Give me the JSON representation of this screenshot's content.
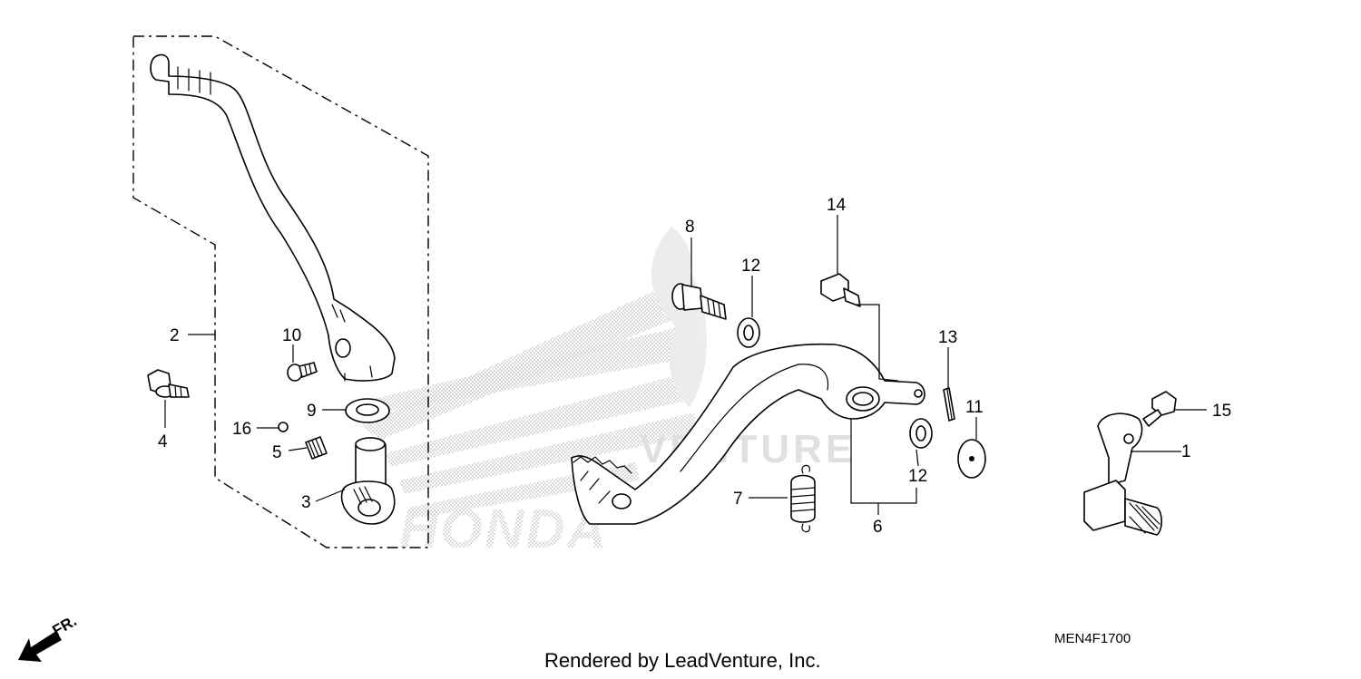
{
  "watermark": {
    "brand": "HONDA",
    "dealer": "VENTURE"
  },
  "callouts": [
    {
      "id": "callout-1",
      "label": "1"
    },
    {
      "id": "callout-2",
      "label": "2"
    },
    {
      "id": "callout-3",
      "label": "3"
    },
    {
      "id": "callout-4",
      "label": "4"
    },
    {
      "id": "callout-5",
      "label": "5"
    },
    {
      "id": "callout-6",
      "label": "6"
    },
    {
      "id": "callout-7",
      "label": "7"
    },
    {
      "id": "callout-8",
      "label": "8"
    },
    {
      "id": "callout-9",
      "label": "9"
    },
    {
      "id": "callout-10",
      "label": "10"
    },
    {
      "id": "callout-11",
      "label": "11"
    },
    {
      "id": "callout-12a",
      "label": "12"
    },
    {
      "id": "callout-12b",
      "label": "12"
    },
    {
      "id": "callout-13",
      "label": "13"
    },
    {
      "id": "callout-14",
      "label": "14"
    },
    {
      "id": "callout-15",
      "label": "15"
    },
    {
      "id": "callout-16",
      "label": "16"
    }
  ],
  "direction_marker": {
    "label": "FR."
  },
  "diagram_code": "MEN4F1700",
  "footer": {
    "credit": "Rendered by LeadVenture, Inc."
  }
}
